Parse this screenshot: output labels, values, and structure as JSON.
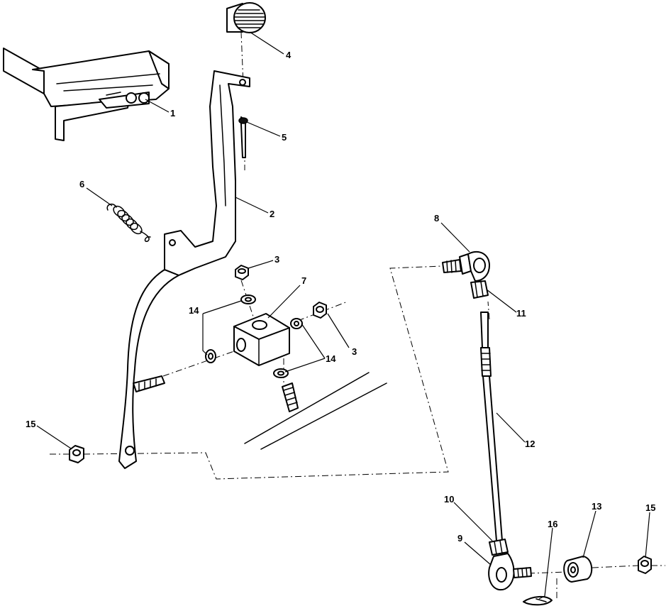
{
  "callouts": {
    "c1": "1",
    "c2": "2",
    "c3a": "3",
    "c3b": "3",
    "c4": "4",
    "c5": "5",
    "c6": "6",
    "c7": "7",
    "c8": "8",
    "c9": "9",
    "c10": "10",
    "c11": "11",
    "c12": "12",
    "c13": "13",
    "c14a": "14",
    "c14b": "14",
    "c15a": "15",
    "c15b": "15",
    "c16": "16"
  }
}
